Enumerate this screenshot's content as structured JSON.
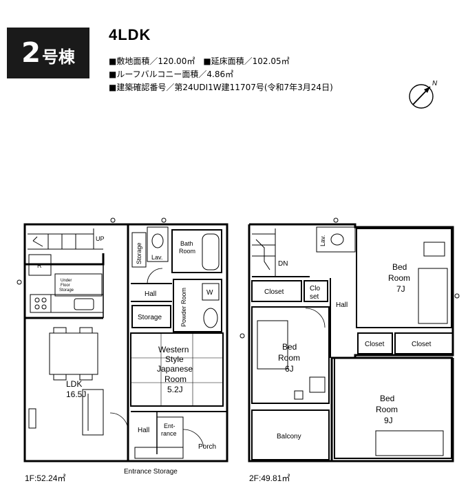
{
  "header": {
    "building_number": "2",
    "building_suffix": "号棟",
    "layout_type": "4LDK",
    "site_area": "■敷地面積／120.00㎡",
    "floor_area": "■延床面積／102.05㎡",
    "roof_balcony": "■ルーフバルコニー面積／4.86㎡",
    "permit": "■建築確認番号／第24UDI1W建11707号(令和7年3月24日)"
  },
  "compass": {
    "north_label": "N"
  },
  "floor1": {
    "label": "1F:52.24㎡",
    "rooms": {
      "up": "UP",
      "storage_v": "Storage",
      "lav": "Lav.",
      "bath_1": "Bath",
      "bath_2": "Room",
      "refrigerator": "R",
      "underfloor_1": "Under",
      "underfloor_2": "Floor",
      "underfloor_3": "Storage",
      "hall_upper": "Hall",
      "powder_room": "Powder Room",
      "washer": "W",
      "storage": "Storage",
      "ldk_1": "LDK",
      "ldk_2": "16.5J",
      "western_1": "Western",
      "western_2": "Style",
      "western_3": "Japanese",
      "western_4": "Room",
      "western_5": "5.2J",
      "hall_lower": "Hall",
      "entrance_1": "Ent-",
      "entrance_2": "rance",
      "porch": "Porch",
      "entrance_storage": "Entrance Storage"
    }
  },
  "floor2": {
    "label": "2F:49.81㎡",
    "rooms": {
      "dn": "DN",
      "lav": "Lav.",
      "closet_1": "Closet",
      "closet_2a": "Clo",
      "closet_2b": "set",
      "hall": "Hall",
      "bed_7_1": "Bed",
      "bed_7_2": "Room",
      "bed_7_3": "7J",
      "bed_6_1": "Bed",
      "bed_6_2": "Room",
      "bed_6_3": "6J",
      "closet_3": "Closet",
      "closet_4": "Closet",
      "bed_9_1": "Bed",
      "bed_9_2": "Room",
      "bed_9_3": "9J",
      "balcony": "Balcony"
    }
  }
}
